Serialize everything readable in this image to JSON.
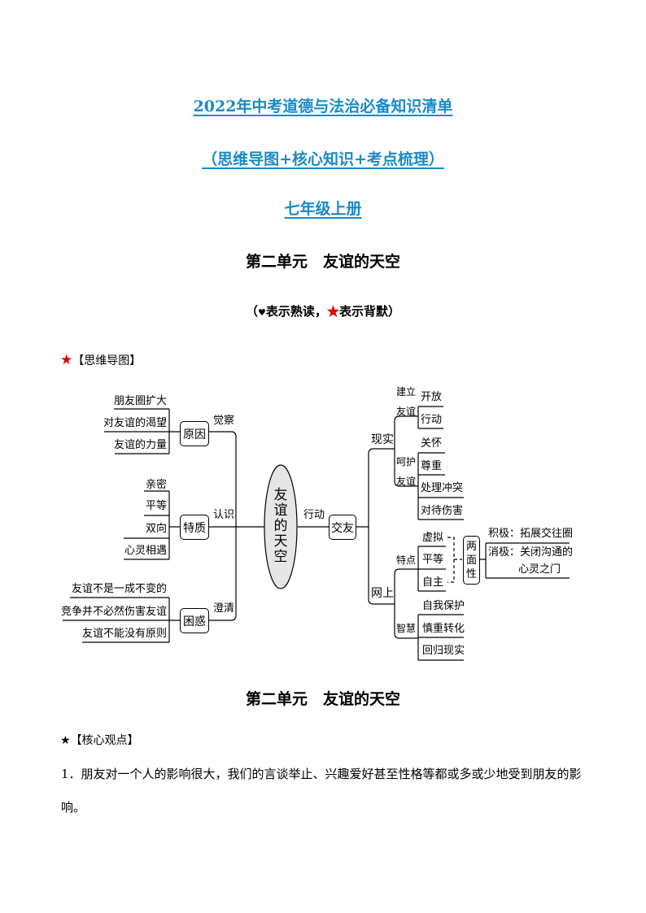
{
  "titles": [
    "2022年中考道德与法治必备知识清单",
    "（思维导图+核心知识+考点梳理）",
    "七年级上册"
  ],
  "unit_heading": "第二单元　友谊的天空",
  "legend": {
    "open": "（",
    "heart": "♥",
    "read": "表示熟读，",
    "star": "★",
    "recite": "表示背默）"
  },
  "mindmap_section": {
    "star": "★",
    "label": "【思维导图】"
  },
  "mindmap": {
    "center": "友谊的天空",
    "left": [
      {
        "node": "原因",
        "link": "觉察",
        "items": [
          "朋友圈扩大",
          "对友谊的渴望",
          "友谊的力量"
        ]
      },
      {
        "node": "特质",
        "link": "认识",
        "items": [
          "亲密",
          "平等",
          "双向",
          "心灵相遇"
        ]
      },
      {
        "node": "困惑",
        "link": "澄清",
        "items": [
          "友谊不是一成不变的",
          "竞争并不必然伤害友谊",
          "友谊不能没有原则"
        ]
      }
    ],
    "right": {
      "link": "行动",
      "node": "交友",
      "real": {
        "label": "现实",
        "groups": [
          {
            "label": "建立友谊",
            "items": [
              "开放",
              "行动"
            ]
          },
          {
            "label": "呵护友谊",
            "items": [
              "关怀",
              "尊重",
              "处理冲突",
              "对待伤害"
            ]
          }
        ]
      },
      "online": {
        "label": "网上",
        "groups": [
          {
            "label": "特点",
            "items": [
              "虚拟",
              "平等",
              "自主"
            ]
          },
          {
            "label": "智慧",
            "items": [
              "自我保护",
              "慎重转化",
              "回归现实"
            ]
          }
        ],
        "duality": {
          "node": "两面性",
          "positive": "积极：拓展交往圈",
          "negative_1": "消极：关闭沟通的",
          "negative_2": "心灵之门"
        }
      }
    }
  },
  "core": {
    "star": "★",
    "label": "【核心观点】",
    "paragraph": "1．朋友对一个人的影响很大，我们的言谈举止、兴趣爱好甚至性格等都或多或少地受到朋友的影响。"
  },
  "colors": {
    "title": "#1a8ac6",
    "star": "#e00000"
  }
}
